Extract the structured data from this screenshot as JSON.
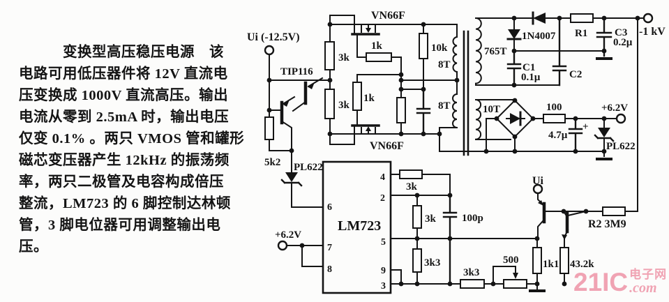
{
  "description": {
    "indent": "　　　",
    "title": "变换型高压稳压电源",
    "title_suffix": "　该",
    "lines": [
      "电路可用低压器件将 12V 直流电",
      "压变换成 1000V 直流高压。输出",
      "电流从零到 2.5mA 时，输出电压",
      "仅变 0.1% 。两只 VMOS 管和罐形",
      "磁芯变压器产生 12kHz 的振荡频",
      "率，两只二极管及电容构成倍压",
      "整流，LM723 的 6 脚控制达林顿",
      "管，3 脚电位器可用调整输出电",
      "压。"
    ]
  },
  "circuit": {
    "labels": {
      "ui_main": "Ui (-12.5V)",
      "tip116": "TIP116",
      "vn66f_top": "VN66F",
      "vn66f_bottom": "VN66F",
      "r3k_top": "3k",
      "r3k_bottom": "3k",
      "r1k_top": "1k",
      "r1k_mid": "1k",
      "r10k": "10k",
      "w8t_top": "8T",
      "w8t_bottom": "8T",
      "w765t": "765T",
      "w10t": "10T",
      "d1n4007": "1N4007",
      "r1": "R1",
      "c3": "C3",
      "c3_val": "0.2µ",
      "out_hv": "-1 kV",
      "c1": "C1",
      "c1_val": "0.1µ",
      "c2": "C2",
      "r100": "100",
      "out62": "+6.2V",
      "c47": "4.7µ",
      "plus": "+",
      "pl622_right": "PL622",
      "r5k2": "5k2",
      "pl622_left": "PL622",
      "ic": "LM723",
      "in62": "+6.2V",
      "r3k_pin4": "3k",
      "r3k_vert": "3k",
      "c100p": "100p",
      "r3k3_vert": "3k3",
      "r3k3_horiz": "3k3",
      "pot500": "500",
      "ui_small": "Ui",
      "r2": "R2  3M9",
      "r1k1": "1k1",
      "r43_2k": "43.2k"
    },
    "pins": {
      "p6": "6",
      "p7": "7",
      "p8": "8",
      "p4": "4",
      "p2": "2",
      "p5": "5",
      "p9": "9",
      "p3": "3"
    }
  },
  "watermark": {
    "logo": "21IC",
    "cn": "电子网",
    "tld": ".com"
  }
}
